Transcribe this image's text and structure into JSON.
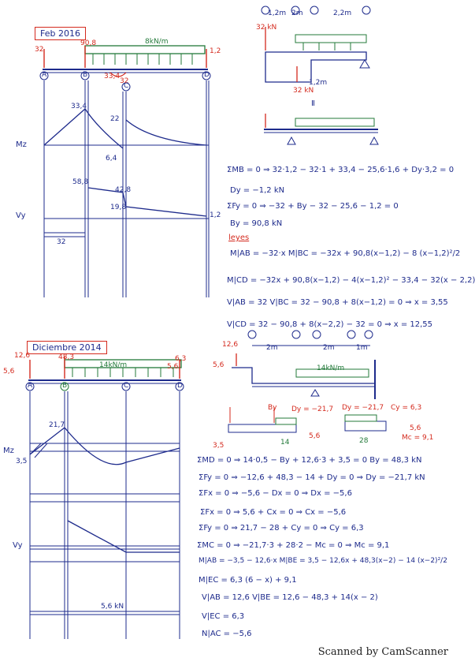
{
  "watermark": "Scanned by CamScanner",
  "sections": {
    "top": {
      "title": "Feb 2016",
      "nodes": [
        "A",
        "B",
        "C",
        "D"
      ],
      "span_labels": [
        "1,2m",
        "2m",
        "2,2m"
      ],
      "load_label": "8kN/m",
      "left_force": "32",
      "b_reaction": "90,8",
      "d_reaction": "1,2",
      "moment_label": "33,4",
      "c_force": "32",
      "mz_label": "Mz",
      "mz_values": [
        "33,4",
        "22",
        "6,4"
      ],
      "vy_label": "Vy",
      "vy_values": [
        "58,8",
        "42,8",
        "19,8",
        "1,2",
        "32"
      ],
      "struct_loads": [
        "32 kN",
        "1,2m",
        "32 kN"
      ],
      "eq": {
        "l1": "ΣMB = 0 ⇒ 32·1,2 − 32·1 + 33,4 − 25,6·1,6 + Dy·3,2 = 0",
        "l2": "Dy = −1,2 kN",
        "l3": "ΣFy = 0 ⇒ −32 + By − 32 − 25,6 − 1,2 = 0",
        "l4": "By = 90,8 kN",
        "leyes": "leyes",
        "l5": "M|AB = −32·x      M|BC = −32x + 90,8(x−1,2) − 8 (x−1,2)²/2",
        "l6": "M|CD = −32x + 90,8(x−1,2) − 4(x−1,2)² − 33,4 − 32(x − 2,2)",
        "l7": "V|AB = 32      V|BC = 32 − 90,8 + 8(x−1,2) = 0 ⇒ x = 3,55",
        "l8": "V|CD = 32 − 90,8 + 8(x−2,2) − 32 = 0 ⇒ x = 12,55"
      }
    },
    "bottom": {
      "title": "Diciembre 2014",
      "nodes": [
        "A",
        "B",
        "C",
        "D"
      ],
      "span_labels": [
        "2m",
        "2m",
        "1m"
      ],
      "load_label": "14kN/m",
      "left_forces": [
        "12,6",
        "5,6"
      ],
      "b_reaction": "48,3",
      "right_forces": [
        "6,3",
        "5,6"
      ],
      "mz_values": [
        "3,5",
        "21,7"
      ],
      "struct_forces": [
        "12,6",
        "5,6"
      ],
      "fbd_labels": [
        "By",
        "Dy = −21,7",
        "Dy = −21,7",
        "Cy = 6,3",
        "5,6",
        "14",
        "28",
        "5,6",
        "Mc = 9,1",
        "3,5"
      ],
      "normal_label": "5,6 kN",
      "eq": {
        "l1": "ΣMD = 0 ⇒ 14·0,5 − By + 12,6·3 + 3,5 = 0   By = 48,3 kN",
        "l2": "ΣFy = 0 ⇒ −12,6 + 48,3 − 14 + Dy = 0 ⇒ Dy = −21,7 kN",
        "l3": "ΣFx = 0 ⇒ −5,6 − Dx = 0 ⇒ Dx = −5,6",
        "l4": "ΣFx = 0 ⇒ 5,6 + Cx = 0 ⇒ Cx = −5,6",
        "l5": "ΣFy = 0 ⇒ 21,7 − 28 + Cy = 0 ⇒ Cy = 6,3",
        "l6": "ΣMC = 0 ⇒ −21,7·3 + 28·2 − Mc = 0 ⇒ Mc = 9,1",
        "l7": "M|AB = −3,5 − 12,6·x      M|BE = 3,5 − 12,6x + 48,3(x−2) − 14 (x−2)²/2",
        "l8": "M|EC = 6,3 (6 − x) + 9,1",
        "l9": "V|AB = 12,6      V|BE = 12,6 − 48,3 + 14(x − 2)",
        "l10": "V|EC = 6,3",
        "l11": "N|AC = −5,6"
      }
    }
  },
  "colors": {
    "ink_blue": "#1e2b8c",
    "ink_red": "#d42a1e",
    "ink_green": "#237a3a"
  }
}
